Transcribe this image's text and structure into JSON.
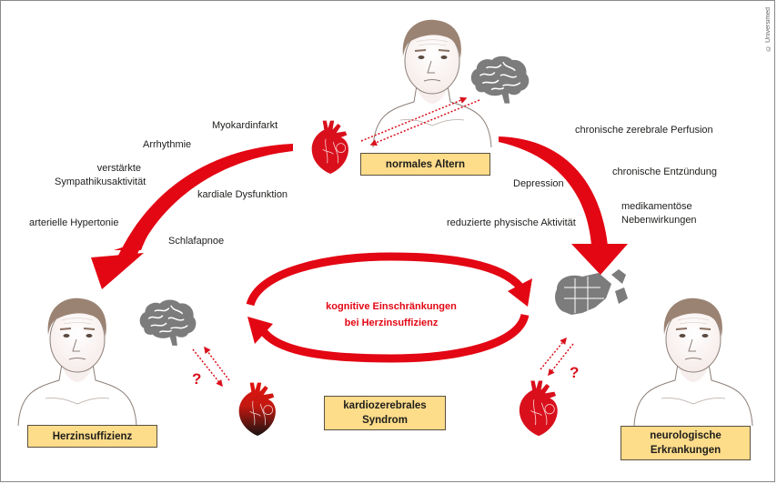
{
  "copyright": "© Universimed",
  "colors": {
    "arrow_red": "#e30613",
    "box_fill": "#fddc8a",
    "brain_gray": "#7c7c7c",
    "heart_red": "#d9101c"
  },
  "persons": [
    {
      "id": "top",
      "label": "normales Altern"
    },
    {
      "id": "left",
      "label": "Herzinsuffizienz"
    },
    {
      "id": "right",
      "label": "neurologische Erkrankungen",
      "label_lines": [
        "neurologische",
        "Erkrankungen"
      ]
    }
  ],
  "center": {
    "title_lines": [
      "kognitive Einschränkungen",
      "bei Herzinsuffizienz"
    ],
    "box_lines": [
      "kardiozerebrales",
      "Syndrom"
    ]
  },
  "left_factors": [
    "Myokardinfarkt",
    "Arrhythmie",
    "verstärkte",
    "Sympathikusaktivität",
    "kardiale Dysfunktion",
    "arterielle Hypertonie",
    "Schlafapnoe"
  ],
  "right_factors": [
    "chronische zerebrale Perfusion",
    "chronische Entzündung",
    "Depression",
    "medikamentöse",
    "Nebenwirkungen",
    "reduzierte physische Aktivität"
  ],
  "question_mark": "?",
  "icons": [
    "heart-icon",
    "brain-icon",
    "puzzle-brain-icon",
    "person-illustration"
  ]
}
